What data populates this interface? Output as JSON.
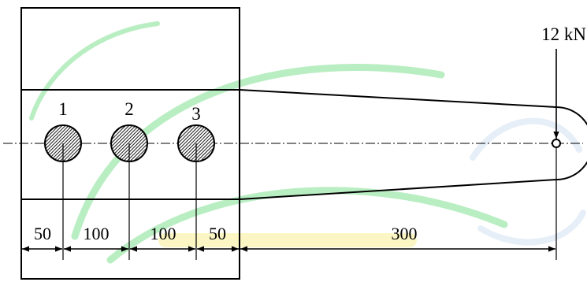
{
  "diagram": {
    "load_label": "12 kN",
    "bolt_labels": [
      "1",
      "2",
      "3"
    ],
    "dimension_labels": [
      "50",
      "100",
      "100",
      "50",
      "300"
    ],
    "colors": {
      "line": "#000000",
      "background": "#ffffff",
      "watermark_green": "#b9eec2",
      "watermark_yellow": "#fbf6c3",
      "watermark_blue": "#e6eef8",
      "bolt_hatch": "#1a1a1a"
    }
  }
}
